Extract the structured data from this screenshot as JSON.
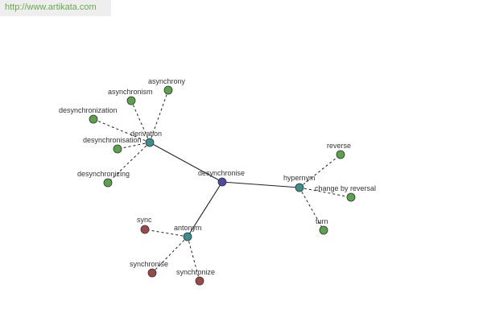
{
  "header": {
    "url": "http://www.artikata.com"
  },
  "colors": {
    "center": "#4b4ba3",
    "relation": "#3a8e8e",
    "green": "#5aa34a",
    "red": "#9a4848",
    "edge": "#222222"
  },
  "graph": {
    "center": {
      "id": "desynchronise",
      "label": "desynchronise",
      "color": "center"
    },
    "relations": [
      {
        "id": "derivation",
        "label": "derivation",
        "color": "relation"
      },
      {
        "id": "hypernym",
        "label": "hypernym",
        "color": "relation"
      },
      {
        "id": "antonym",
        "label": "antonym",
        "color": "relation"
      }
    ],
    "words": [
      {
        "id": "asynchrony",
        "label": "asynchrony",
        "relation": "derivation",
        "color": "green"
      },
      {
        "id": "asynchronism",
        "label": "asynchronism",
        "relation": "derivation",
        "color": "green"
      },
      {
        "id": "desynchronization",
        "label": "desynchronization",
        "relation": "derivation",
        "color": "green"
      },
      {
        "id": "desynchronisation",
        "label": "desynchronisation",
        "relation": "derivation",
        "color": "green"
      },
      {
        "id": "desynchronizing",
        "label": "desynchronizing",
        "relation": "derivation",
        "color": "green"
      },
      {
        "id": "reverse",
        "label": "reverse",
        "relation": "hypernym",
        "color": "green"
      },
      {
        "id": "change-by-reversal",
        "label": "change by reversal",
        "relation": "hypernym",
        "color": "green"
      },
      {
        "id": "turn",
        "label": "turn",
        "relation": "hypernym",
        "color": "green"
      },
      {
        "id": "sync",
        "label": "sync",
        "relation": "antonym",
        "color": "red"
      },
      {
        "id": "synchronise",
        "label": "synchronise",
        "relation": "antonym",
        "color": "red"
      },
      {
        "id": "synchronize",
        "label": "synchronize",
        "relation": "antonym",
        "color": "red"
      }
    ]
  }
}
